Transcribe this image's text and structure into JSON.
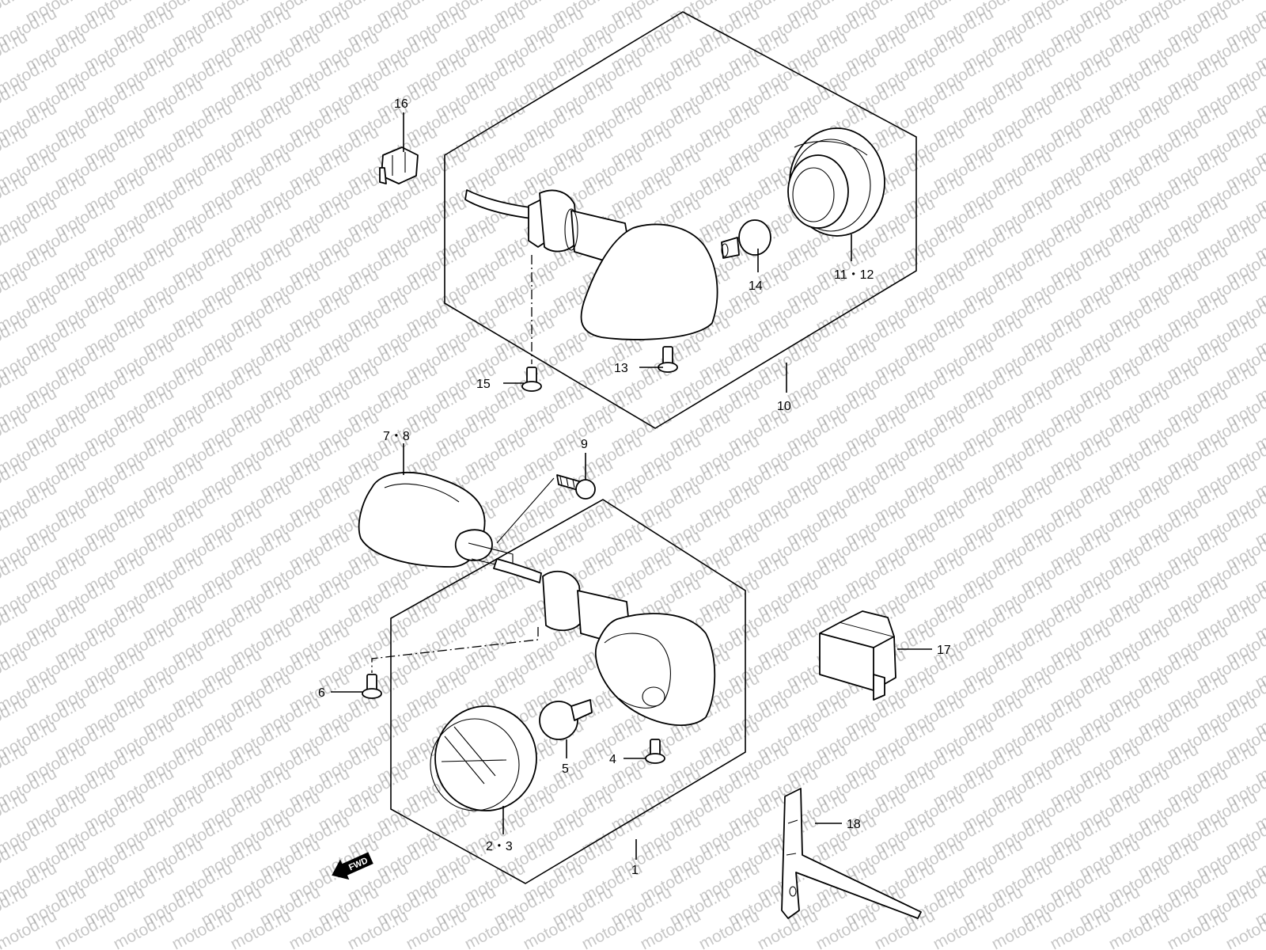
{
  "watermark": {
    "text": "motod.ru"
  },
  "callouts": [
    {
      "id": "p16",
      "label": "16"
    },
    {
      "id": "p14",
      "label": "14"
    },
    {
      "id": "p11",
      "label": "11・12"
    },
    {
      "id": "p13",
      "label": "13"
    },
    {
      "id": "p15",
      "label": "15"
    },
    {
      "id": "p10",
      "label": "10"
    },
    {
      "id": "p78",
      "label": "7・8"
    },
    {
      "id": "p9",
      "label": "9"
    },
    {
      "id": "p17",
      "label": "17"
    },
    {
      "id": "p6",
      "label": "6"
    },
    {
      "id": "p4",
      "label": "4"
    },
    {
      "id": "p5",
      "label": "5"
    },
    {
      "id": "p23",
      "label": "2・3"
    },
    {
      "id": "p1",
      "label": "1"
    },
    {
      "id": "p18",
      "label": "18"
    }
  ],
  "direction_badge": {
    "label": "FWD"
  }
}
